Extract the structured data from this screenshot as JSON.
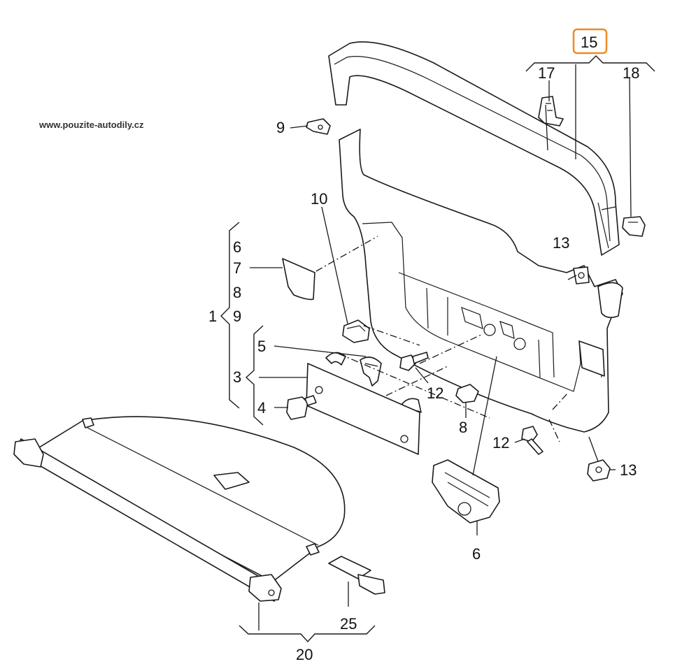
{
  "watermark": "www.pouzite-autodily.cz",
  "highlighted_part": "15",
  "callouts": {
    "c15": "15",
    "c17": "17",
    "c18": "18",
    "c9": "9",
    "c10": "10",
    "c13a": "13",
    "c13b": "13",
    "c6a": "6",
    "c7": "7",
    "c8a": "8",
    "c9b": "9",
    "c1": "1",
    "c5": "5",
    "c3": "3",
    "c4": "4",
    "c12a": "12",
    "c12b": "12",
    "c8b": "8",
    "c6b": "6",
    "c25": "25",
    "c20": "20"
  },
  "colors": {
    "highlight": "#f08a24",
    "line": "#1a1a1a",
    "background": "#ffffff"
  }
}
